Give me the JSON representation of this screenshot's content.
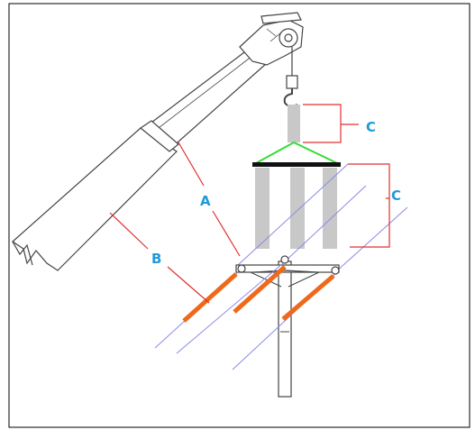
{
  "labels": {
    "a": "A",
    "b": "B",
    "c_top": "C",
    "c_right": "C"
  },
  "colors": {
    "label_blue": "#1f9bd8",
    "dimension_red": "#e03030",
    "sling_green": "#33dd33",
    "spreader_black": "#111111",
    "block_gray": "#c8c8c8",
    "conductor_blue": "#8a8ae6",
    "cover_orange": "#ee6a1a",
    "outline": "#444444"
  }
}
